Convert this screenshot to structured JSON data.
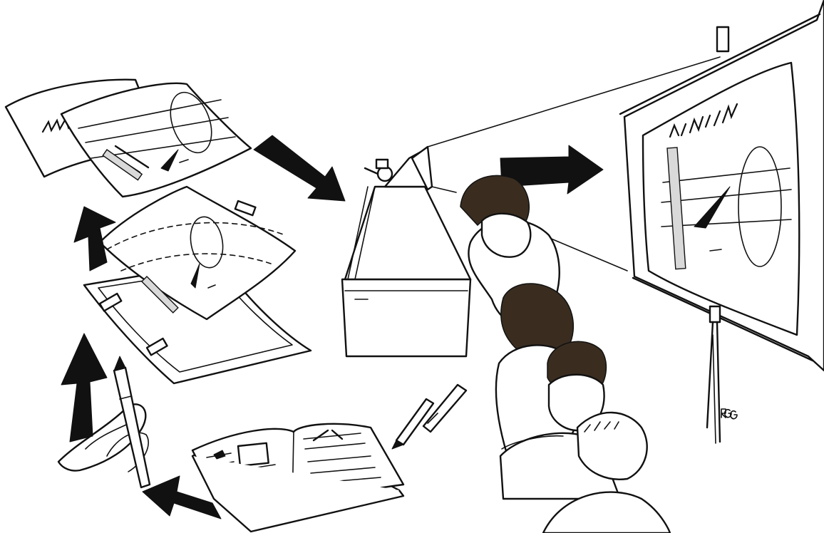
{
  "colors": {
    "ink": "#111111",
    "paper": "#ffffff"
  },
  "illustration": {
    "subject": "overhead-projector-workflow",
    "parts": [
      "book-source",
      "pen-and-tape",
      "transparency-frame",
      "master-transparencies",
      "overhead-projector",
      "projection-screen",
      "audience",
      "marker-pens",
      "flow-arrows"
    ],
    "signature": "RGG"
  }
}
